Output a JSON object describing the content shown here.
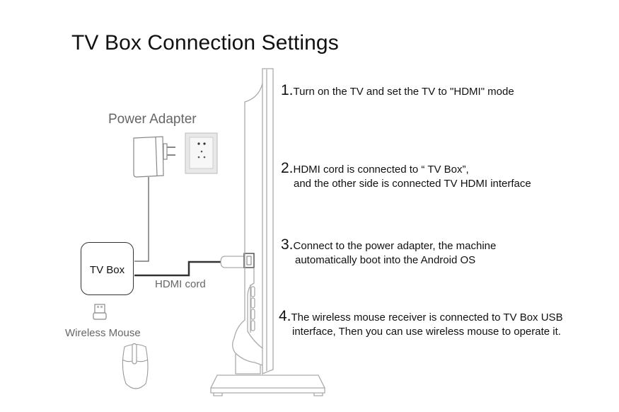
{
  "title": "TV Box Connection Settings",
  "labels": {
    "power_adapter": "Power Adapter",
    "tv_box": "TV Box",
    "hdmi_cord": "HDMI cord",
    "wireless_mouse": "Wireless Mouse"
  },
  "steps": [
    {
      "num": "1.",
      "line1": "Turn on the TV and set the TV to \"HDMI\" mode",
      "line2": ""
    },
    {
      "num": "2.",
      "line1": "HDMI cord is connected to “ TV Box”,",
      "line2": "and the other side is connected TV HDMI interface"
    },
    {
      "num": "3.",
      "line1": "Connect to the power adapter, the machine",
      "line2": "automatically boot into the Android OS"
    },
    {
      "num": "4.",
      "line1": "The wireless mouse receiver is connected to TV  Box USB",
      "line2": "interface, Then you can use wireless mouse to operate it."
    }
  ],
  "icons": {
    "power_adapter": "power-adapter-icon",
    "wall_socket": "wall-socket-icon",
    "tv_side_view": "tv-side-view-icon",
    "usb_receiver": "usb-receiver-icon",
    "mouse": "mouse-icon"
  },
  "colors": {
    "text": "#111111",
    "label_gray": "#666666",
    "outline": "#aaaaaa",
    "cable": "#333333"
  }
}
